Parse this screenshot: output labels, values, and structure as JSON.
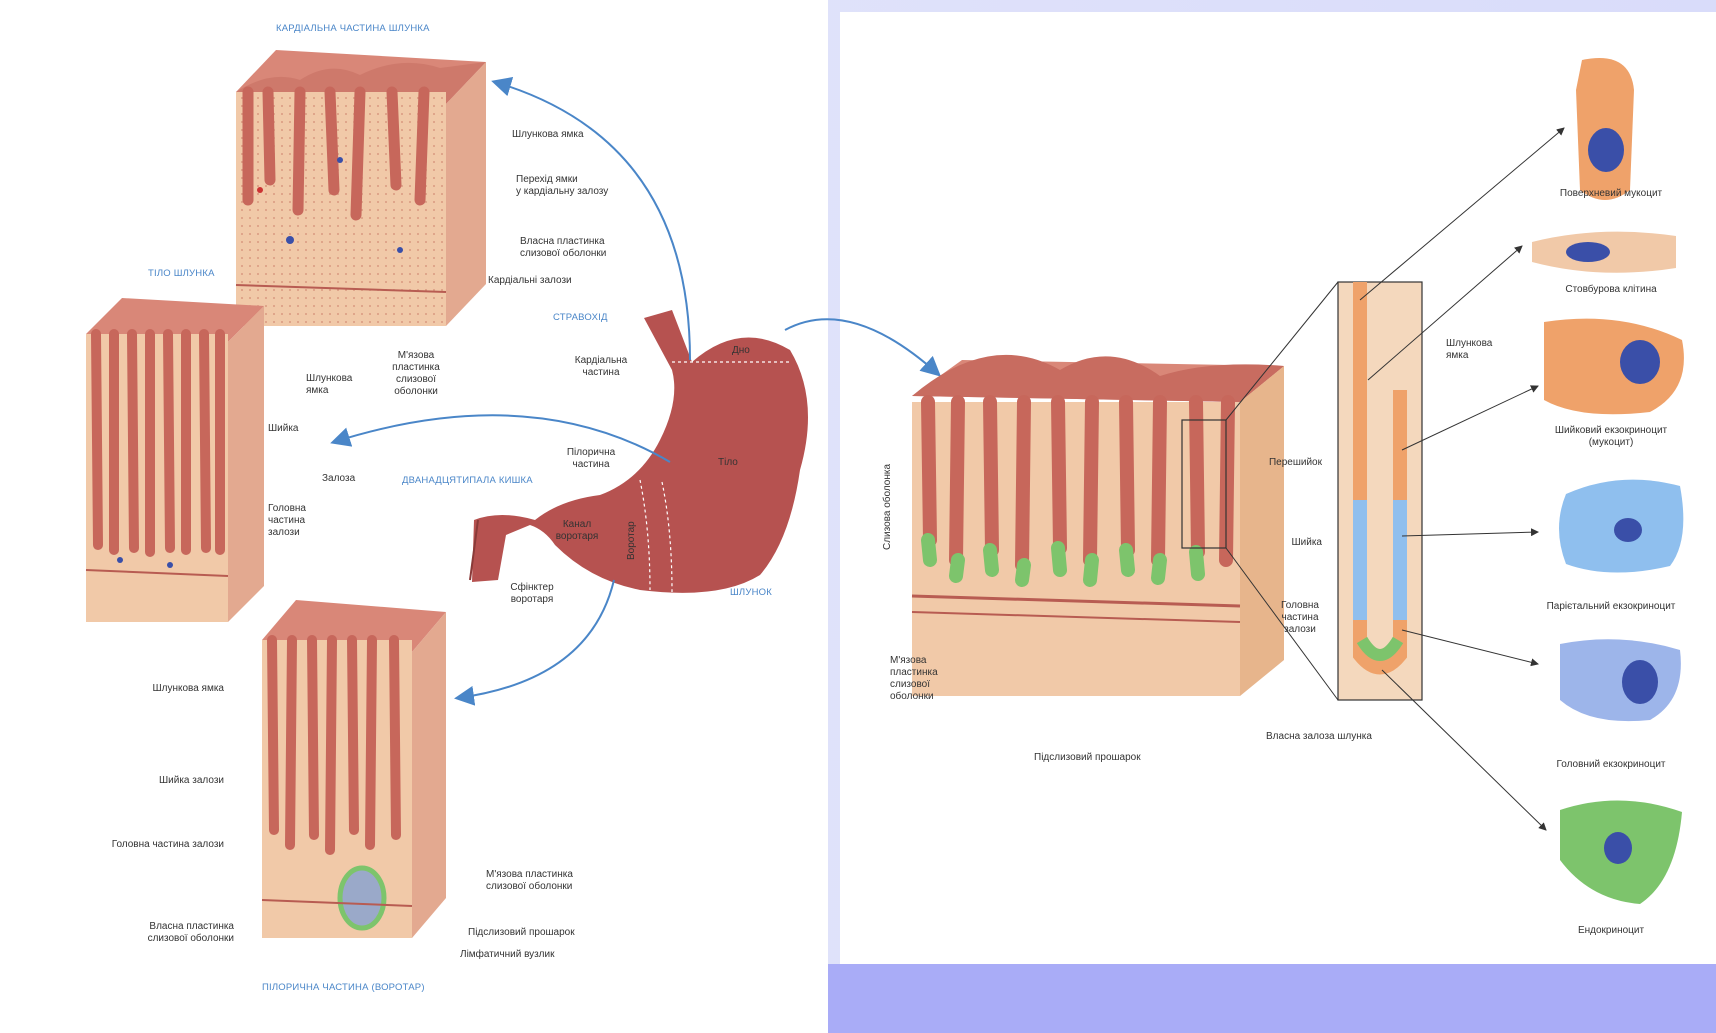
{
  "colors": {
    "tissue": "#d98778",
    "tissue_light": "#f1c9a8",
    "tissue_dark": "#b85c52",
    "stomach": "#b65250",
    "arrow": "#4a86c8",
    "parietal": "#8fbfee",
    "chief": "#9db5ea",
    "mucocyte": "#efa26a",
    "endocrine": "#7dc46c",
    "nucleus": "#3a4fa8",
    "slide_background": "#d9dcfa",
    "slide_band": "#a9acf7"
  },
  "left": {
    "cardiac_title": "КАРДІАЛЬНА ЧАСТИНА ШЛУНКА",
    "cardiac_labels": {
      "pit": "Шлункова ямка",
      "transition_1": "Перехід ямки",
      "transition_2": "у кардіальну залозу",
      "lamina_1": "Власна пластинка",
      "lamina_2": "слизової оболонки",
      "glands": "Кардіальні залози",
      "muscularis_1": "М'язова",
      "muscularis_2": "пластинка",
      "muscularis_3": "слизової",
      "muscularis_4": "оболонки"
    },
    "body_title": "ТІЛО ШЛУНКА",
    "body_labels": {
      "pit_1": "Шлункова",
      "pit_2": "ямка",
      "neck": "Шийка",
      "gland": "Залоза",
      "main_1": "Головна",
      "main_2": "частина",
      "main_3": "залози"
    },
    "stomach_labels": {
      "esophagus": "СТРАВОХІД",
      "fundus": "Дно",
      "cardia_1": "Кардіальна",
      "cardia_2": "частина",
      "pyloric_1": "Пілорична",
      "pyloric_2": "частина",
      "body": "Тіло",
      "duodenum": "ДВАНАДЦЯТИПАЛА КИШКА",
      "canal_1": "Канал",
      "canal_2": "воротаря",
      "pylorus": "Воротар",
      "sphincter_1": "Сфінктер",
      "sphincter_2": "воротаря",
      "stomach": "ШЛУНОК"
    },
    "pyloric_labels": {
      "pit": "Шлункова ямка",
      "neck": "Шийка залози",
      "main": "Головна частина залози",
      "lamina_1": "Власна пластинка",
      "lamina_2": "слизової оболонки",
      "muscularis_1": "М'язова пластинка",
      "muscularis_2": "слизової оболонки",
      "submucosa": "Підслизовий прошарок",
      "lymph": "Лімфатичний вузлик"
    },
    "pyloric_title": "ПІЛОРИЧНА ЧАСТИНА (ВОРОТАР)"
  },
  "right": {
    "mucosa_vertical": "Слизова оболонка",
    "muscularis_1": "М'язова",
    "muscularis_2": "пластинка",
    "muscularis_3": "слизової",
    "muscularis_4": "оболонки",
    "submucosa": "Підслизовий прошарок",
    "gland_caption": "Власна залоза шлунка",
    "pit_1": "Шлункова",
    "pit_2": "ямка",
    "isthmus": "Перешийок",
    "neck": "Шийка",
    "main_1": "Головна",
    "main_2": "частина",
    "main_3": "залози",
    "cells": [
      {
        "name": "Поверхневий мукоцит"
      },
      {
        "name": "Стовбурова клітина"
      },
      {
        "name": "Шийковий екзокриноцит",
        "sub": "(мукоцит)"
      },
      {
        "name": "Парієтальний екзокриноцит"
      },
      {
        "name": "Головний екзокриноцит"
      },
      {
        "name": "Ендокриноцит"
      }
    ]
  }
}
